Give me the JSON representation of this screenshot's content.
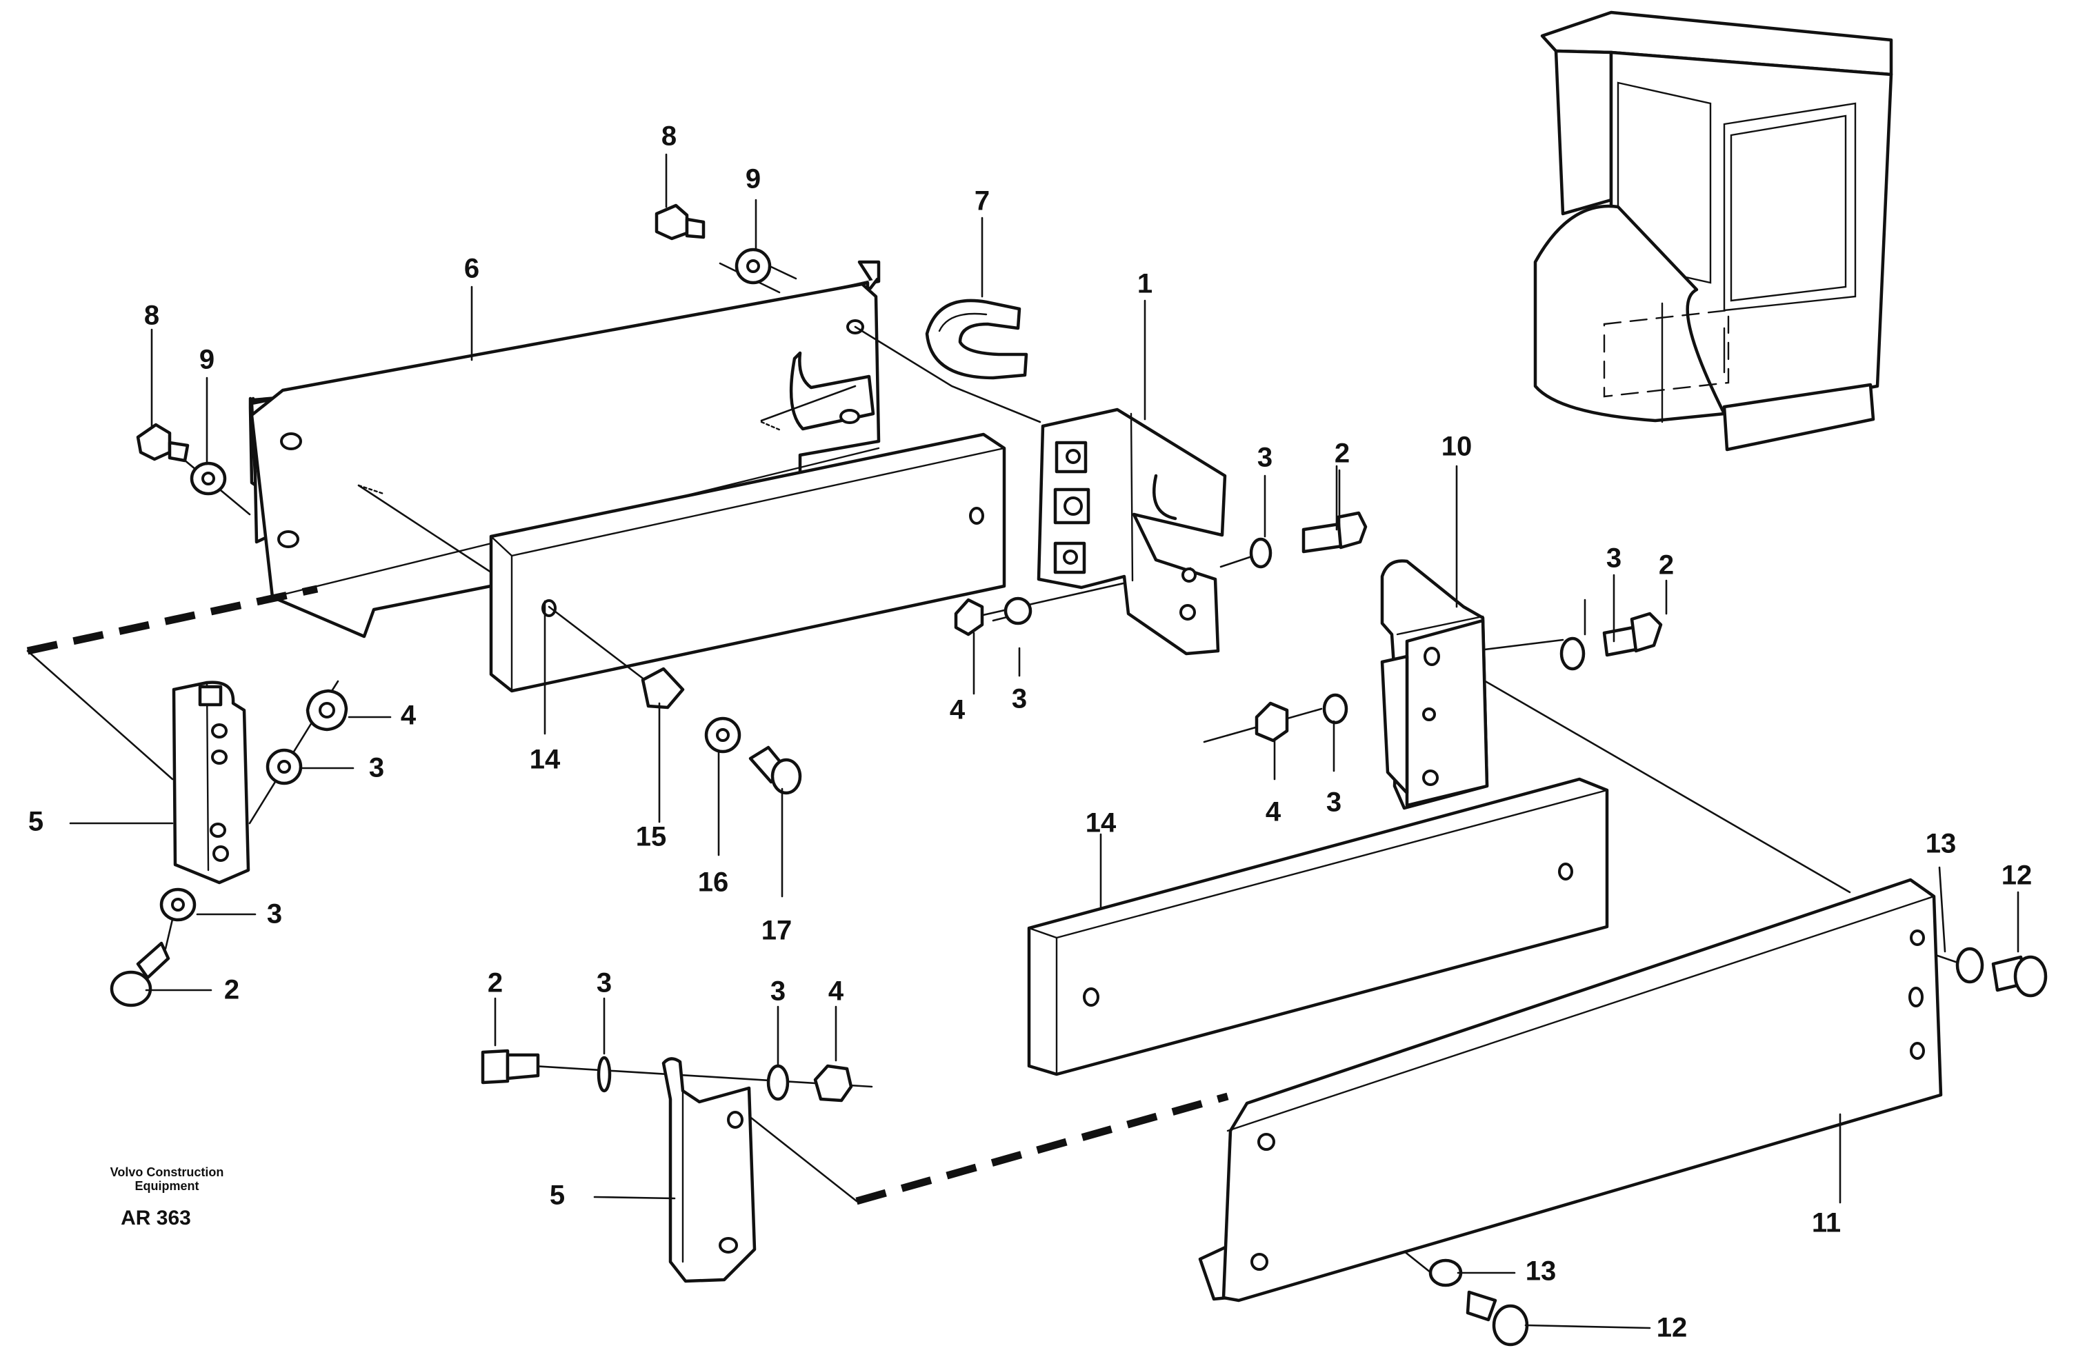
{
  "caption": {
    "line1": "Volvo Construction",
    "line2": "Equipment",
    "code": "AR 363"
  },
  "callouts": {
    "c1": "1",
    "c2a": "2",
    "c2b": "2",
    "c2c": "2",
    "c2d": "2",
    "c3a": "3",
    "c3b": "3",
    "c3c": "3",
    "c3d": "3",
    "c3e": "3",
    "c3f": "3",
    "c3g": "3",
    "c3h": "3",
    "c4a": "4",
    "c4b": "4",
    "c4c": "4",
    "c4d": "4",
    "c5a": "5",
    "c5b": "5",
    "c6": "6",
    "c7": "7",
    "c8a": "8",
    "c8b": "8",
    "c9a": "9",
    "c9b": "9",
    "c10": "10",
    "c11": "11",
    "c12a": "12",
    "c12b": "12",
    "c13a": "13",
    "c13b": "13",
    "c14a": "14",
    "c14b": "14",
    "c15": "15",
    "c16": "16",
    "c17": "17"
  }
}
